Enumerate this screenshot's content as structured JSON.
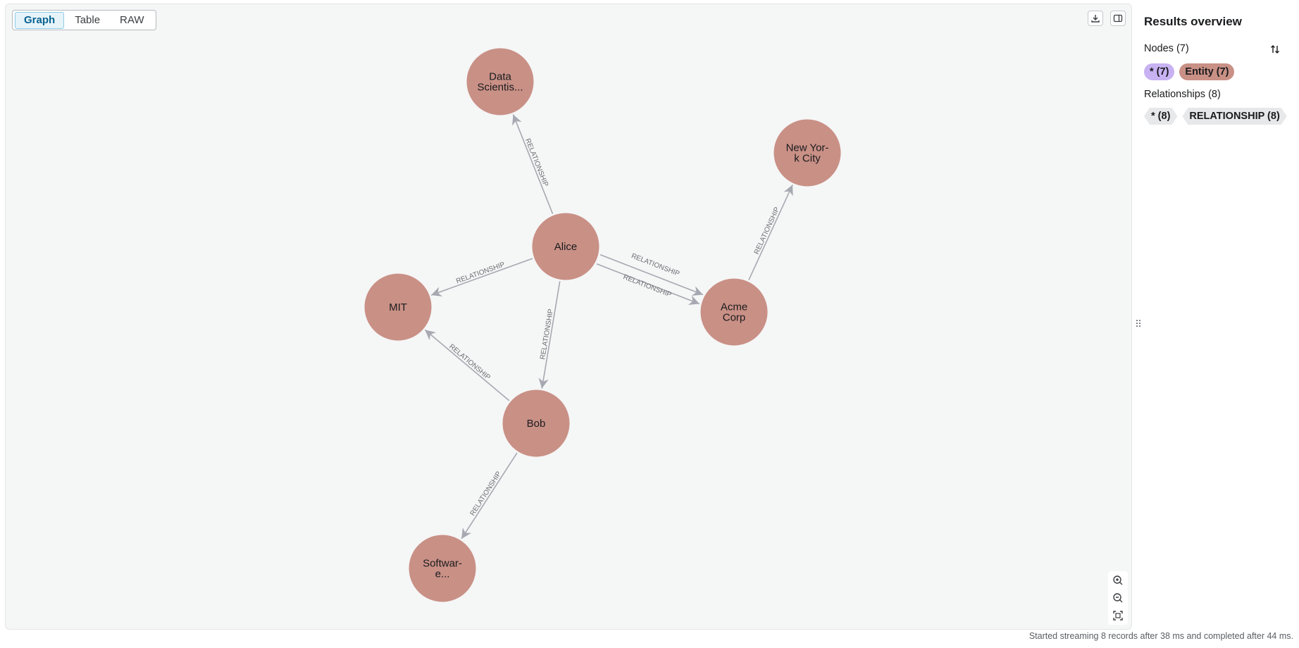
{
  "view_tabs": [
    {
      "label": "Graph",
      "active": true
    },
    {
      "label": "Table",
      "active": false
    },
    {
      "label": "RAW",
      "active": false
    }
  ],
  "toolbar": {
    "download_icon": "download-icon",
    "panel_toggle_icon": "sidebar-toggle-icon"
  },
  "zoom": {
    "zoom_in_icon": "zoom-in-icon",
    "zoom_out_icon": "zoom-out-icon",
    "fit_icon": "fit-to-screen-icon"
  },
  "graph": {
    "node_color": "#c99086",
    "edge_color": "#a6a9b1",
    "nodes": [
      {
        "id": "data_scientist",
        "label": [
          "Data",
          "Scientis..."
        ]
      },
      {
        "id": "alice",
        "label": [
          "Alice"
        ]
      },
      {
        "id": "new_york_city",
        "label": [
          "New Yor-",
          "k City"
        ]
      },
      {
        "id": "mit",
        "label": [
          "MIT"
        ]
      },
      {
        "id": "acme_corp",
        "label": [
          "Acme",
          "Corp"
        ]
      },
      {
        "id": "bob",
        "label": [
          "Bob"
        ]
      },
      {
        "id": "software_engineer",
        "label": [
          "Softwar-",
          "e..."
        ]
      }
    ],
    "edges": [
      {
        "from": "alice",
        "to": "data_scientist",
        "label": "RELATIONSHIP"
      },
      {
        "from": "alice",
        "to": "mit",
        "label": "RELATIONSHIP"
      },
      {
        "from": "alice",
        "to": "bob",
        "label": "RELATIONSHIP"
      },
      {
        "from": "alice",
        "to": "acme_corp",
        "label": "RELATIONSHIP"
      },
      {
        "from": "alice",
        "to": "acme_corp",
        "label": "RELATIONSHIP"
      },
      {
        "from": "acme_corp",
        "to": "new_york_city",
        "label": "RELATIONSHIP"
      },
      {
        "from": "bob",
        "to": "mit",
        "label": "RELATIONSHIP"
      },
      {
        "from": "bob",
        "to": "software_engineer",
        "label": "RELATIONSHIP"
      }
    ]
  },
  "sidebar": {
    "title": "Results overview",
    "nodes_label": "Nodes (7)",
    "node_chips": [
      {
        "label": "* (7)",
        "color": "#c8b2f2"
      },
      {
        "label": "Entity (7)",
        "color": "#c99086"
      }
    ],
    "relationships_label": "Relationships (8)",
    "relationship_chips": [
      {
        "label": "* (8)"
      },
      {
        "label": "RELATIONSHIP (8)"
      }
    ]
  },
  "status": "Started streaming 8 records after 38 ms and completed after 44 ms."
}
